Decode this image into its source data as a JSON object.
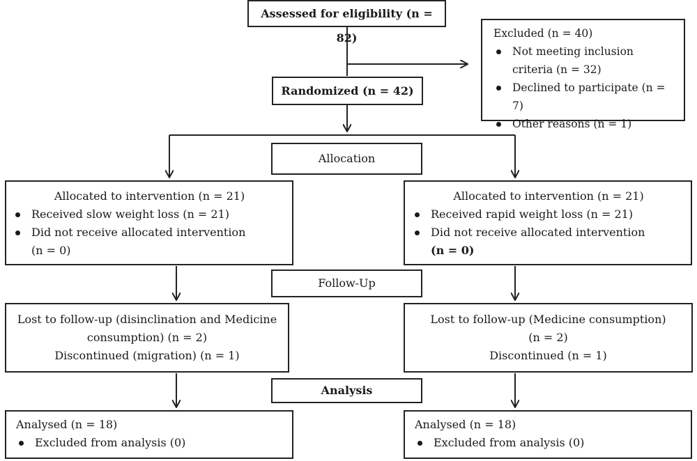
{
  "assessed": "Assessed for eligibility (n = 82)",
  "excluded": {
    "title": "Excluded (n = 40)",
    "items": [
      {
        "line1": "Not meeting inclusion",
        "line2": "criteria (n = 32)"
      },
      {
        "line1": "Declined to participate (n = 7)"
      },
      {
        "line1": "Other reasons (n = 1)"
      }
    ]
  },
  "randomized": "Randomized (n = 42)",
  "stages": {
    "allocation": "Allocation",
    "followup": "Follow-Up",
    "analysis": "Analysis"
  },
  "left": {
    "allocation": {
      "title": "Allocated to intervention (n = 21)",
      "item1": "Received slow weight loss (n = 21)",
      "item2": "Did not receive allocated intervention",
      "item2b": "(n = 0)"
    },
    "followup": {
      "line1": "Lost to follow-up (disinclination and Medicine",
      "line2": "consumption) (n = 2)",
      "line3": "Discontinued (migration) (n = 1)"
    },
    "analysis": {
      "title": "Analysed (n = 18)",
      "item1": "Excluded from analysis (0)"
    }
  },
  "right": {
    "allocation": {
      "title": "Allocated to intervention (n = 21)",
      "item1": "Received rapid weight loss (n = 21)",
      "item2": "Did not receive allocated intervention",
      "item2b": "(n = 0)"
    },
    "followup": {
      "line1": "Lost to follow-up (Medicine consumption)",
      "line2": "(n = 2)",
      "line3": "Discontinued (n = 1)"
    },
    "analysis": {
      "title": "Analysed (n = 18)",
      "item1": "Excluded from analysis (0)"
    }
  }
}
